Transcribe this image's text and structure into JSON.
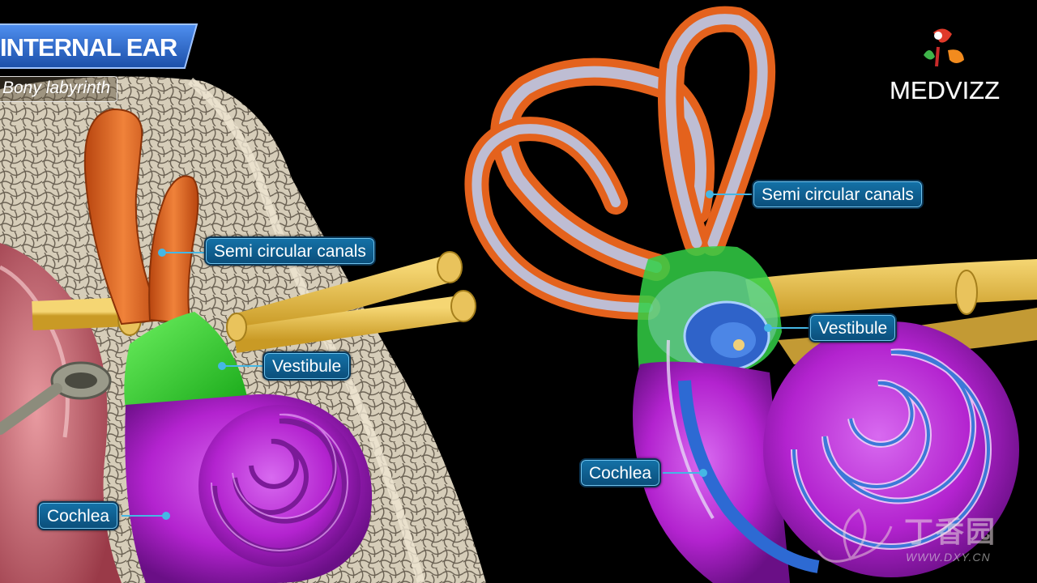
{
  "title": "INTERNAL EAR",
  "subtitle": "Bony labyrinth",
  "brand": "MEDVIZZ",
  "watermark": {
    "text": "WWW.DXY.CN",
    "cn": "丁香园"
  },
  "labels": {
    "left": {
      "semicircular": "Semi circular canals",
      "vestibule": "Vestibule",
      "cochlea": "Cochlea"
    },
    "right": {
      "semicircular": "Semi circular canals",
      "vestibule": "Vestibule",
      "cochlea": "Cochlea"
    }
  },
  "colors": {
    "canal_orange": "#e2661f",
    "vestibule_green": "#2ed12a",
    "cochlea_purple": "#b323cf",
    "nerve_yellow": "#e8be45",
    "bone": "#d9d0bd",
    "label_blue": "#0f5f90",
    "banner_blue": "#2f6fd0"
  }
}
